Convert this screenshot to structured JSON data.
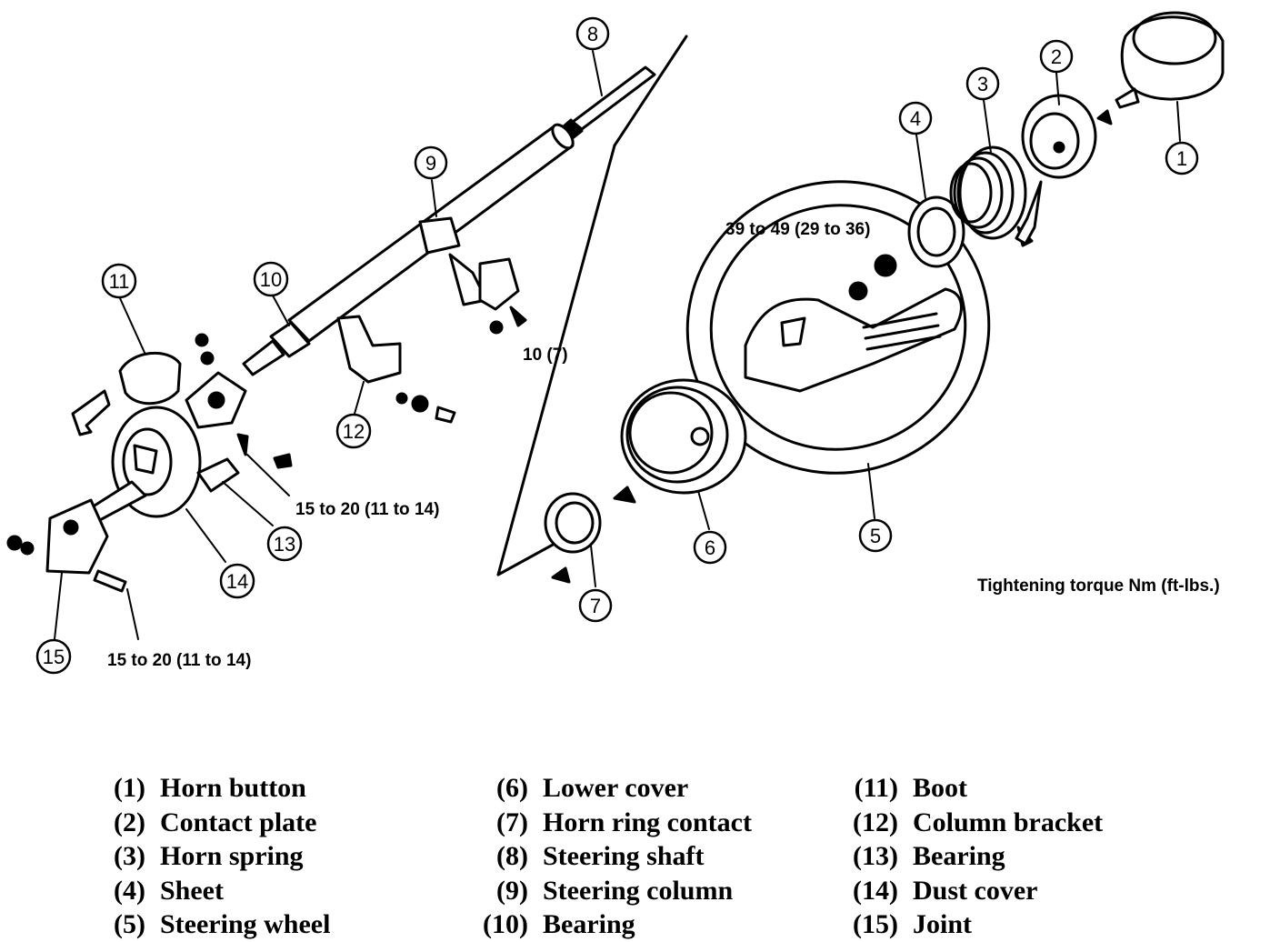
{
  "callouts": [
    "1",
    "2",
    "3",
    "4",
    "5",
    "6",
    "7",
    "8",
    "9",
    "10",
    "11",
    "12",
    "13",
    "14",
    "15"
  ],
  "torque_labels": {
    "wheel_nut": "39 to 49 (29 to 36)",
    "bracket_bolt": "10 (7)",
    "bearing_bolt": "15 to 20 (11 to 14)",
    "joint_bolt": "15 to 20 (11 to 14)",
    "note": "Tightening torque Nm (ft-lbs.)"
  },
  "legend": [
    {
      "num": "(1)",
      "name": "Horn button"
    },
    {
      "num": "(2)",
      "name": "Contact plate"
    },
    {
      "num": "(3)",
      "name": "Horn spring"
    },
    {
      "num": "(4)",
      "name": "Sheet"
    },
    {
      "num": "(5)",
      "name": "Steering wheel"
    },
    {
      "num": "(6)",
      "name": "Lower cover"
    },
    {
      "num": "(7)",
      "name": "Horn ring contact"
    },
    {
      "num": "(8)",
      "name": "Steering shaft"
    },
    {
      "num": "(9)",
      "name": "Steering column"
    },
    {
      "num": "(10)",
      "name": "Bearing"
    },
    {
      "num": "(11)",
      "name": "Boot"
    },
    {
      "num": "(12)",
      "name": "Column bracket"
    },
    {
      "num": "(13)",
      "name": "Bearing"
    },
    {
      "num": "(14)",
      "name": "Dust cover"
    },
    {
      "num": "(15)",
      "name": "Joint"
    }
  ]
}
